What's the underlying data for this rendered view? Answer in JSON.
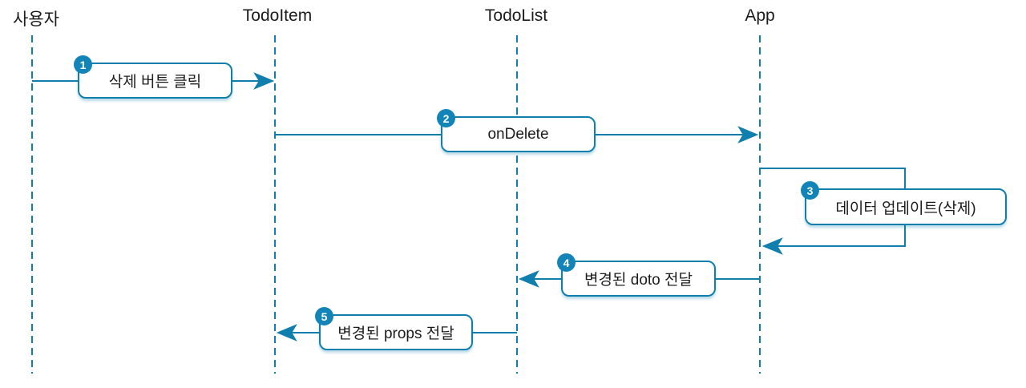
{
  "diagram": {
    "type": "sequence",
    "actors": [
      {
        "name": "사용자"
      },
      {
        "name": "TodoItem"
      },
      {
        "name": "TodoList"
      },
      {
        "name": "App"
      }
    ],
    "messages": [
      {
        "step": "1",
        "label": "삭제 버튼 클릭",
        "from": "사용자",
        "to": "TodoItem"
      },
      {
        "step": "2",
        "label": "onDelete",
        "from": "TodoItem",
        "to": "App"
      },
      {
        "step": "3",
        "label": "데이터 업데이트(삭제)",
        "from": "App",
        "to": "App"
      },
      {
        "step": "4",
        "label": "변경된 doto 전달",
        "from": "App",
        "to": "TodoList"
      },
      {
        "step": "5",
        "label": "변경된 props 전달",
        "from": "TodoList",
        "to": "TodoItem"
      }
    ],
    "colors": {
      "line": "#107fad",
      "badge": "#1284b8",
      "text": "#1c1c1c",
      "background": "#ffffff"
    }
  }
}
